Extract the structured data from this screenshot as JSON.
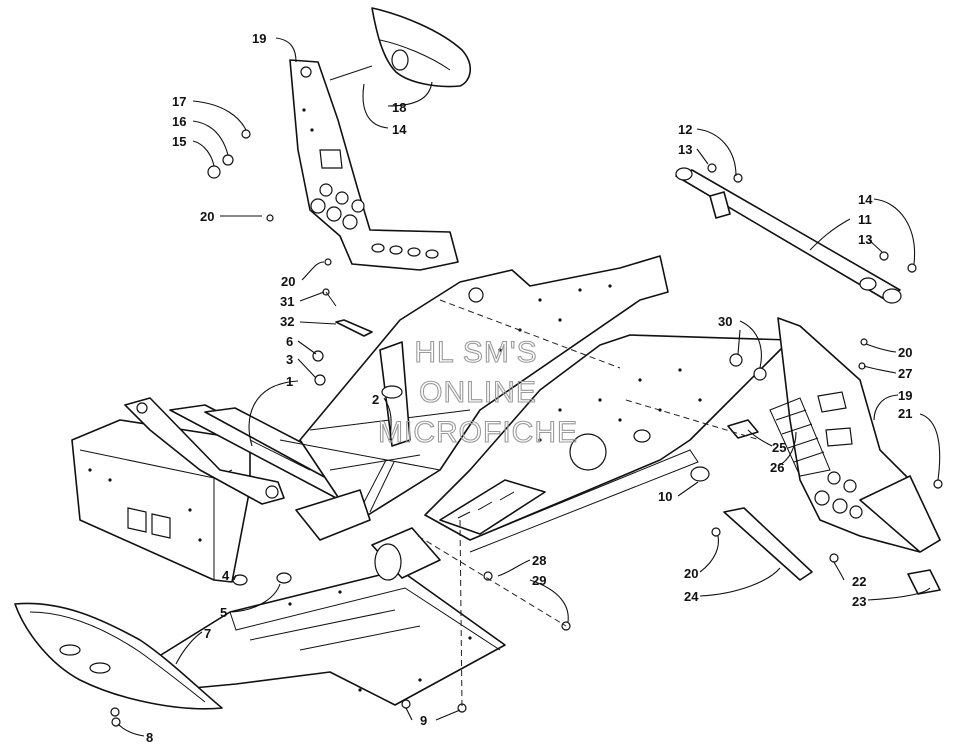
{
  "watermark": {
    "line1": "HL SM'S",
    "line2": "ONLINE",
    "line3": "MICROFICHE"
  },
  "callouts": [
    {
      "id": "c19a",
      "label": "19"
    },
    {
      "id": "c18",
      "label": "18"
    },
    {
      "id": "c14a",
      "label": "14"
    },
    {
      "id": "c17",
      "label": "17"
    },
    {
      "id": "c16",
      "label": "16"
    },
    {
      "id": "c15",
      "label": "15"
    },
    {
      "id": "c20a",
      "label": "20"
    },
    {
      "id": "c20b",
      "label": "20"
    },
    {
      "id": "c31",
      "label": "31"
    },
    {
      "id": "c32",
      "label": "32"
    },
    {
      "id": "c6",
      "label": "6"
    },
    {
      "id": "c3",
      "label": "3"
    },
    {
      "id": "c1",
      "label": "1"
    },
    {
      "id": "c2",
      "label": "2"
    },
    {
      "id": "c4",
      "label": "4"
    },
    {
      "id": "c5",
      "label": "5"
    },
    {
      "id": "c7",
      "label": "7"
    },
    {
      "id": "c8",
      "label": "8"
    },
    {
      "id": "c9",
      "label": "9"
    },
    {
      "id": "c28",
      "label": "28"
    },
    {
      "id": "c29",
      "label": "29"
    },
    {
      "id": "c10",
      "label": "10"
    },
    {
      "id": "c12",
      "label": "12"
    },
    {
      "id": "c13a",
      "label": "13"
    },
    {
      "id": "c14b",
      "label": "14"
    },
    {
      "id": "c11",
      "label": "11"
    },
    {
      "id": "c13b",
      "label": "13"
    },
    {
      "id": "c30",
      "label": "30"
    },
    {
      "id": "c20c",
      "label": "20"
    },
    {
      "id": "c27",
      "label": "27"
    },
    {
      "id": "c19b",
      "label": "19"
    },
    {
      "id": "c21",
      "label": "21"
    },
    {
      "id": "c25",
      "label": "25"
    },
    {
      "id": "c26",
      "label": "26"
    },
    {
      "id": "c20d",
      "label": "20"
    },
    {
      "id": "c24",
      "label": "24"
    },
    {
      "id": "c22",
      "label": "22"
    },
    {
      "id": "c23",
      "label": "23"
    }
  ]
}
